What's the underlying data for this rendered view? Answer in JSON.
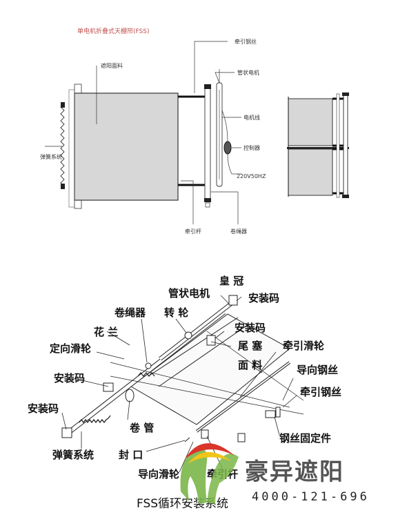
{
  "top": {
    "title": "单电机折叠式天棚帘(FSS)",
    "labels": {
      "shade_fabric": "遮阳面料",
      "spring_system": "弹簧系统",
      "pull_wire": "牵引钢丝",
      "tubular_motor": "管状电机",
      "motor_cable": "电机线",
      "controller": "控制器",
      "power": "220V50HZ",
      "pull_rod": "牵引杆",
      "rope_winder": "卷绳器"
    }
  },
  "bottom": {
    "labels": {
      "crown": "皇 冠",
      "tubular_motor": "管状电机",
      "mount_code_1": "安装码",
      "rope_winder": "卷绳器",
      "rotating_wheel": "转 轮",
      "mount_code_2": "安装码",
      "flange": "花 兰",
      "end_plug": "尾 塞",
      "traction_pulley": "牵引滑轮",
      "guide_pulley": "定向滑轮",
      "fabric": "面 料",
      "guide_wire": "导向钢丝",
      "mount_code_3": "安装码",
      "traction_wire": "牵引钢丝",
      "mount_code_4": "安装码",
      "roller_tube": "卷 管",
      "wire_fixing": "钢丝固定件",
      "spring_system": "弹簧系统",
      "end_seal": "封 口",
      "guide_pulley_2": "导向滑轮",
      "traction_bar": "牵引杆"
    },
    "caption": "FSS循环安装系统"
  },
  "brand": {
    "name": "豪异遮阳",
    "phone": "4000-121-696",
    "colors": {
      "logo_green": "#7ab648",
      "logo_red": "#d9352b",
      "logo_yellow": "#f0c419"
    }
  }
}
